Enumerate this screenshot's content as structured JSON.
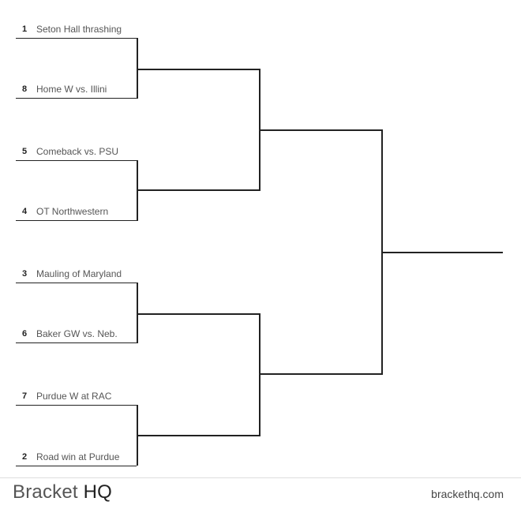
{
  "bracket": {
    "teams": [
      {
        "seed": "1",
        "name": "Seton Hall thrashing"
      },
      {
        "seed": "8",
        "name": "Home W vs. Illini"
      },
      {
        "seed": "5",
        "name": "Comeback vs. PSU"
      },
      {
        "seed": "4",
        "name": "OT Northwestern"
      },
      {
        "seed": "3",
        "name": "Mauling of Maryland"
      },
      {
        "seed": "6",
        "name": "Baker GW vs. Neb."
      },
      {
        "seed": "7",
        "name": "Purdue W at RAC"
      },
      {
        "seed": "2",
        "name": "Road win at Purdue"
      }
    ]
  },
  "footer": {
    "brand_main": "Bracket",
    "brand_accent": "HQ",
    "site": "brackethq.com"
  }
}
